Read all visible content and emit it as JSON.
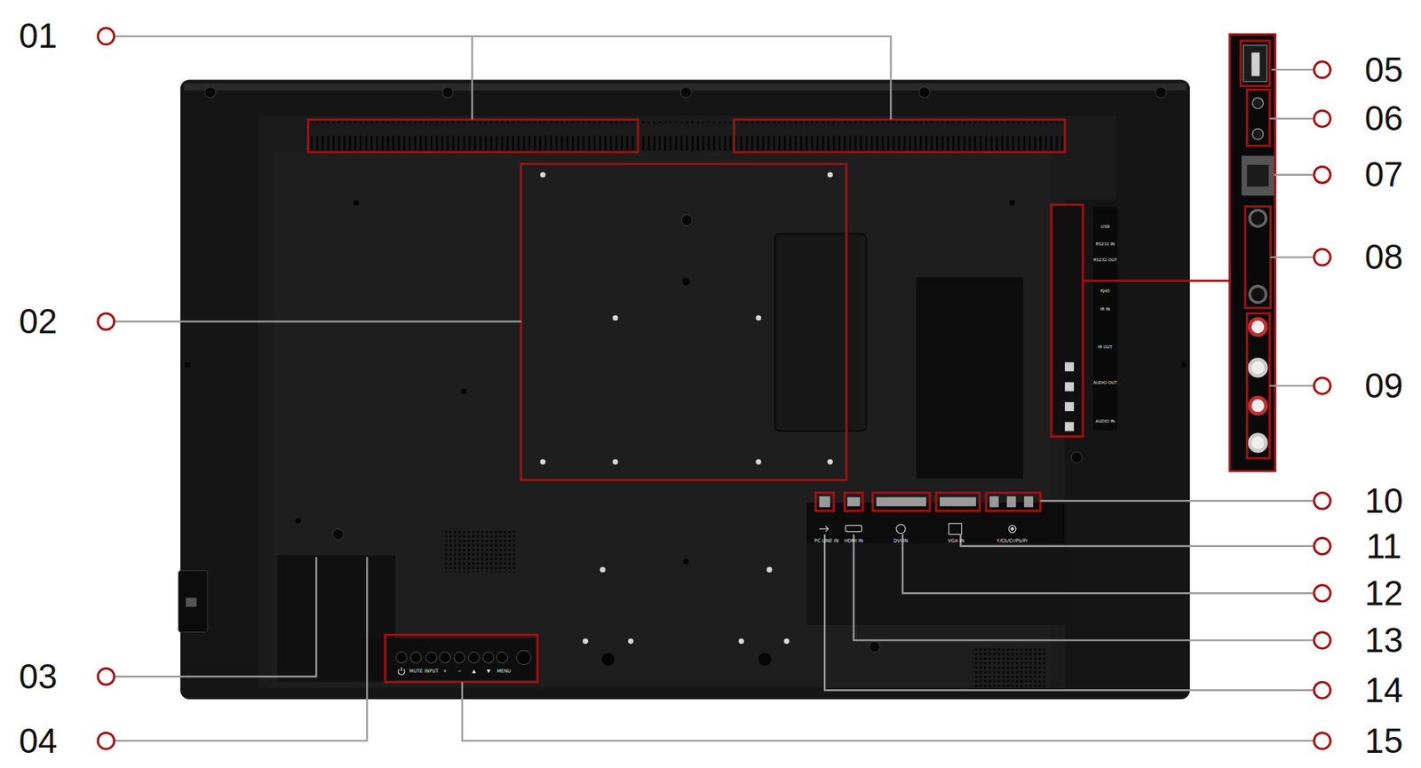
{
  "diagram": {
    "labels": [
      "01",
      "02",
      "03",
      "04",
      "05",
      "06",
      "07",
      "08",
      "09",
      "10",
      "11",
      "12",
      "13",
      "14",
      "15",
      "USB",
      "RS232 IN",
      "RS232 OUT",
      "RJ45",
      "IR IN",
      "IR OUT",
      "AUDIO OUT",
      "AUDIO IN",
      "PC LINE IN",
      "HDMI IN",
      "DVI IN",
      "VGA IN",
      "Y/Cb/Cr/Pb/Pr",
      "MUTE",
      "INPUT",
      "+",
      "−",
      "▲",
      "▼",
      "MENU"
    ]
  }
}
